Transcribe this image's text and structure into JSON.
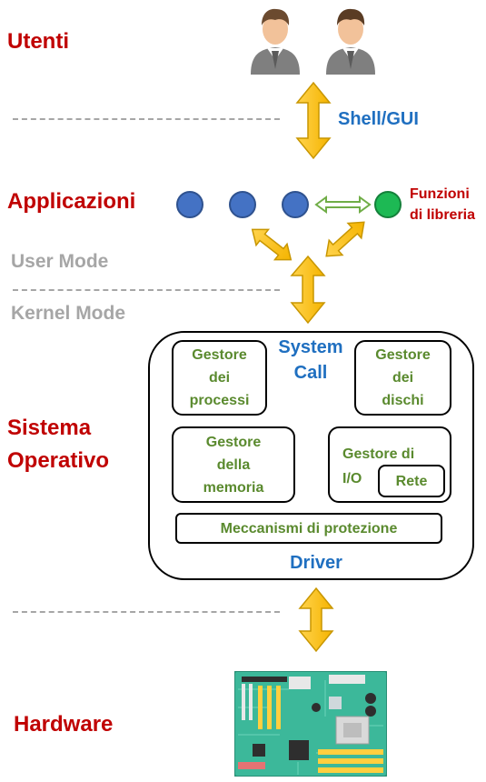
{
  "layers": {
    "users": "Utenti",
    "applications": "Applicazioni",
    "os_line1": "Sistema",
    "os_line2": "Operativo",
    "hardware": "Hardware"
  },
  "modes": {
    "user": "User Mode",
    "kernel": "Kernel Mode"
  },
  "interfaces": {
    "shell": "Shell/GUI",
    "syscall_line1": "System",
    "syscall_line2": "Call",
    "driver": "Driver"
  },
  "library": {
    "line1": "Funzioni",
    "line2": "di libreria"
  },
  "os_components": {
    "process_manager": [
      "Gestore",
      "dei",
      "processi"
    ],
    "disk_manager": [
      "Gestore",
      "dei",
      "dischi"
    ],
    "memory_manager": [
      "Gestore",
      "della",
      "memoria"
    ],
    "io_manager": [
      "Gestore di",
      "I/O"
    ],
    "network": "Rete",
    "protection": "Meccanismi di protezione"
  },
  "colors": {
    "layer_label": "#c00000",
    "mode_label": "#a6a6a6",
    "interface_label": "#1f6fc0",
    "component_text": "#5a8a2e",
    "arrow_fill": "#ffc000",
    "app_circle": "#4472c4",
    "library_circle": "#1db954",
    "library_arrow": "#70ad47"
  },
  "icons": {
    "users": "user-avatar-icon",
    "hardware": "motherboard-icon"
  }
}
